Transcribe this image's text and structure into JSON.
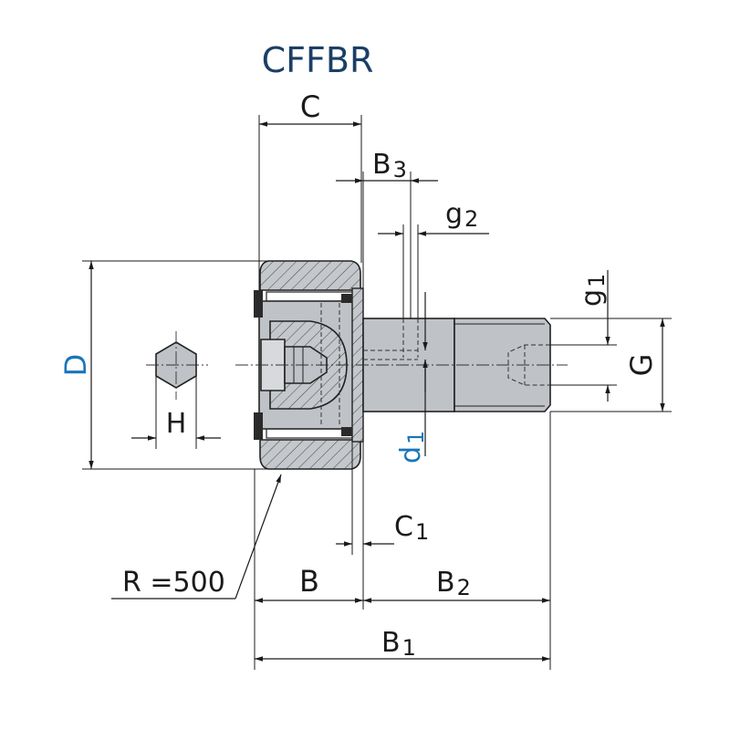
{
  "title": "CFFBR",
  "labels": {
    "C": "C",
    "B3_main": "B",
    "B3_sub": "3",
    "g2_main": "g",
    "g2_sub": "2",
    "g1_main": "g",
    "g1_sub": "1",
    "G": "G",
    "D": "D",
    "H": "H",
    "d1_main": "d",
    "d1_sub": "1",
    "C1_main": "C",
    "C1_sub": "1",
    "R": "R =500",
    "B": "B",
    "B2_main": "B",
    "B2_sub": "2",
    "B1_main": "B",
    "B1_sub": "1"
  },
  "colors": {
    "title": "#1b3f66",
    "accent_label": "#1a75b8",
    "body_fill": "#bfc2c6",
    "body_fill_dark": "#9ea2a7"
  }
}
